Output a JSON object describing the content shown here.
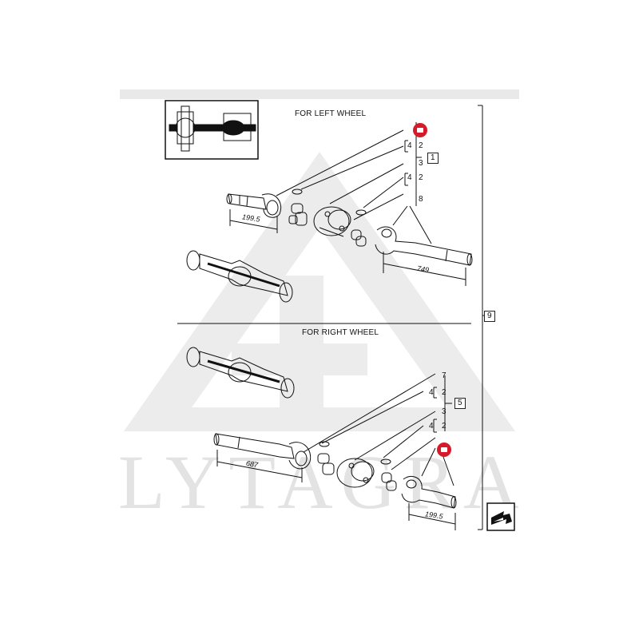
{
  "watermark": {
    "text": "LYTAGRA"
  },
  "sections": {
    "left": {
      "title": "FOR LEFT WHEEL"
    },
    "right": {
      "title": "FOR RIGHT WHEEL"
    }
  },
  "callouts": {
    "left": {
      "c4a": "4",
      "c2a": "2",
      "c3": "3",
      "c4b": "4",
      "c2b": "2",
      "c8": "8",
      "group": "1"
    },
    "right": {
      "c7": "7",
      "c4a": "4",
      "c2a": "2",
      "c3": "3",
      "c4b": "4",
      "c2b": "2",
      "group": "5"
    },
    "overall": "9"
  },
  "dimensions": {
    "left_short": "199.5",
    "left_long": "749",
    "right_long": "687",
    "right_short": "199.5"
  },
  "icons": [
    "axle-overview-icon",
    "shaft-icon",
    "u-joint-icon",
    "circlip-icon",
    "coupling-icon",
    "yoke-shaft-icon",
    "axle-housing-icon",
    "next-page-icon",
    "hotspot-marker-icon"
  ],
  "colors": {
    "marker": "#d51a2a",
    "watermark": "#e3e3e3"
  }
}
